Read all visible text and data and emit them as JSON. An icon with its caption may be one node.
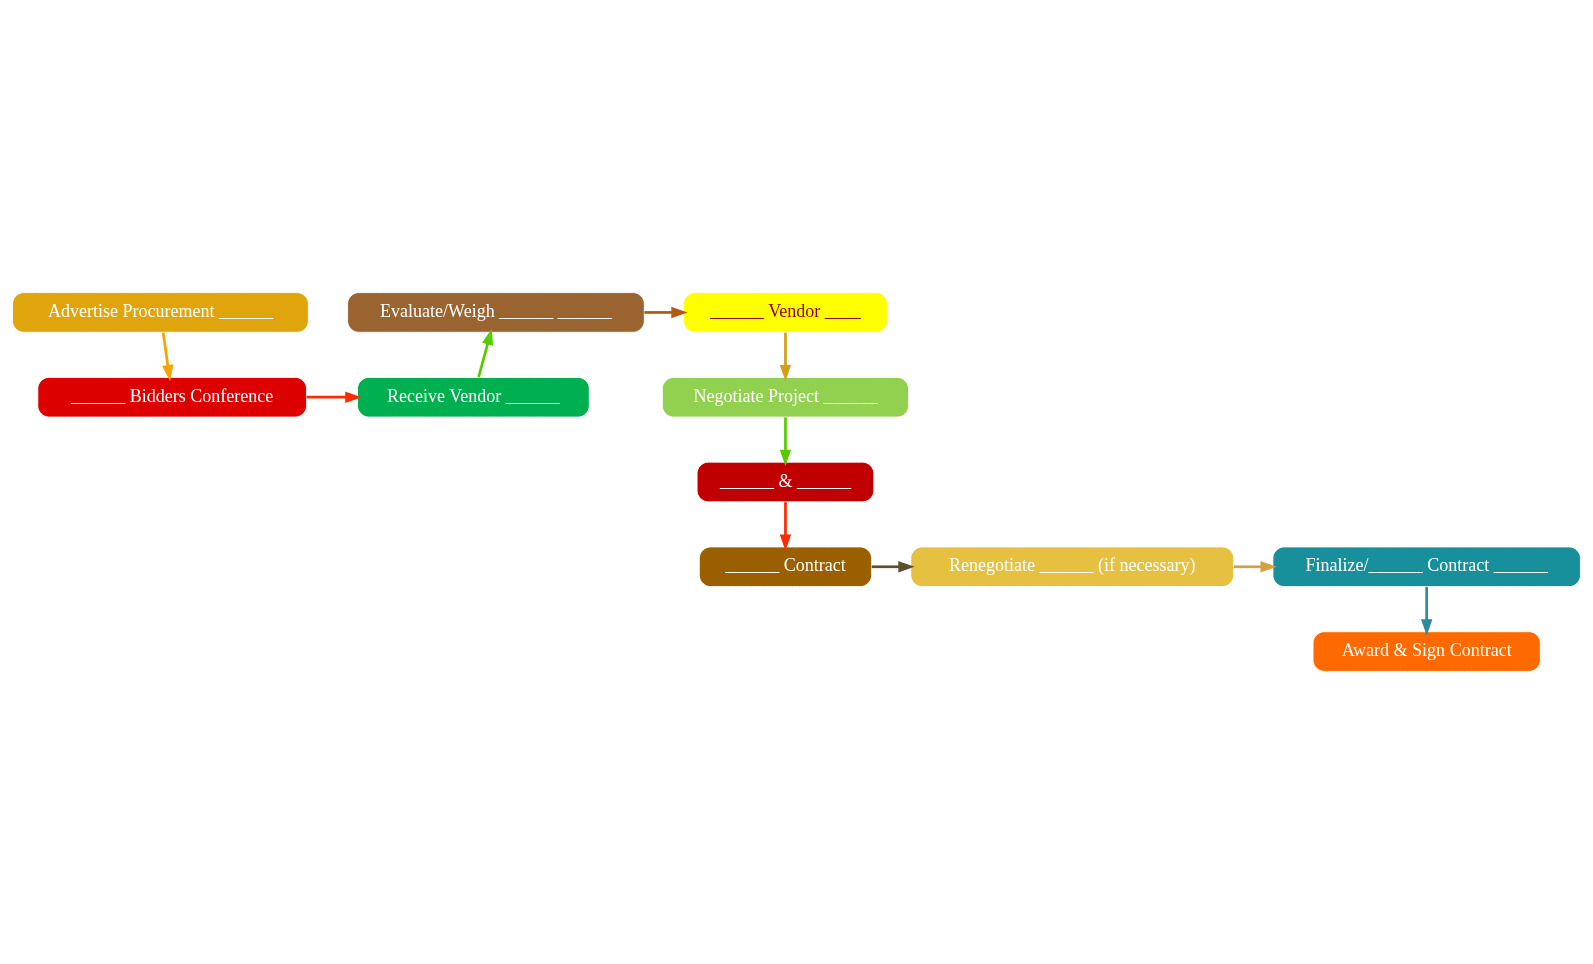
{
  "diagram": {
    "nodes": [
      {
        "text": [
          "Advertise Procurement ______"
        ]
      },
      {
        "text": [
          "______ Bidders Conference"
        ]
      },
      {
        "text": [
          "Receive Vendor ______"
        ]
      },
      {
        "text": [
          "Evaluate/Weigh ______ ______"
        ]
      },
      {
        "text": [
          "______ Vendor ____"
        ]
      },
      {
        "text": [
          "Negotiate Project ______"
        ]
      },
      {
        "text": [
          "______ & ______"
        ]
      },
      {
        "text": [
          "______ Contract"
        ]
      },
      {
        "text": [
          "Renegotiate ______ (if necessary)"
        ]
      },
      {
        "text": [
          "Finalize/______ Contract ______"
        ]
      },
      {
        "text": [
          "Award & Sign Contract"
        ]
      }
    ],
    "edges": [
      {
        "from": 0,
        "to": 1,
        "arrow": "to",
        "color": "#f5a300"
      },
      {
        "from": 1,
        "to": 2,
        "arrow": "to",
        "color": "#ff2a00"
      },
      {
        "from": 2,
        "to": 3,
        "arrow": "to",
        "color": "#55cc00"
      },
      {
        "from": 3,
        "to": 4,
        "arrow": "to",
        "color": "#b05a10"
      },
      {
        "from": 4,
        "to": 5,
        "arrow": "to",
        "color": "#d4a017"
      },
      {
        "from": 5,
        "to": 6,
        "arrow": "to",
        "color": "#55cc00"
      },
      {
        "from": 6,
        "to": 7,
        "arrow": "to",
        "color": "#ff2a00"
      },
      {
        "from": 7,
        "to": 8,
        "arrow": "to",
        "color": "#5a5030"
      },
      {
        "from": 8,
        "to": 9,
        "arrow": "to",
        "color": "#d4a040"
      },
      {
        "from": 9,
        "to": 10,
        "arrow": "to",
        "color": "#2e8a9a"
      }
    ]
  }
}
